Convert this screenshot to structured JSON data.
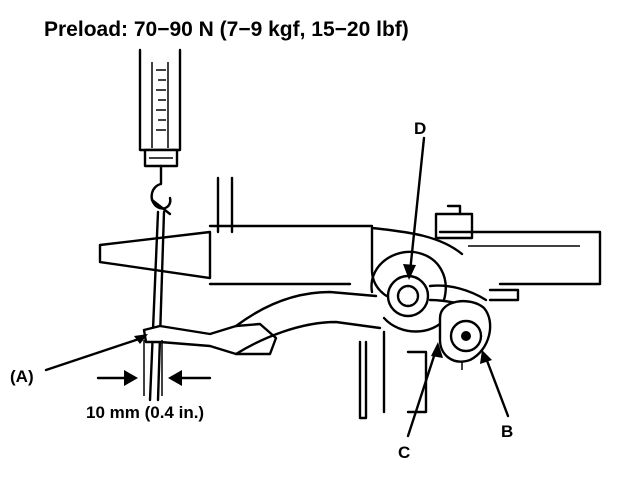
{
  "title": "Preload: 70−90 N (7−9 kgf, 15−20 lbf)",
  "labels": {
    "a": "(A)",
    "b": "B",
    "c": "C",
    "d": "D"
  },
  "dimension": "10 mm (0.4 in.)",
  "colors": {
    "ink": "#000000",
    "paper": "#ffffff"
  }
}
